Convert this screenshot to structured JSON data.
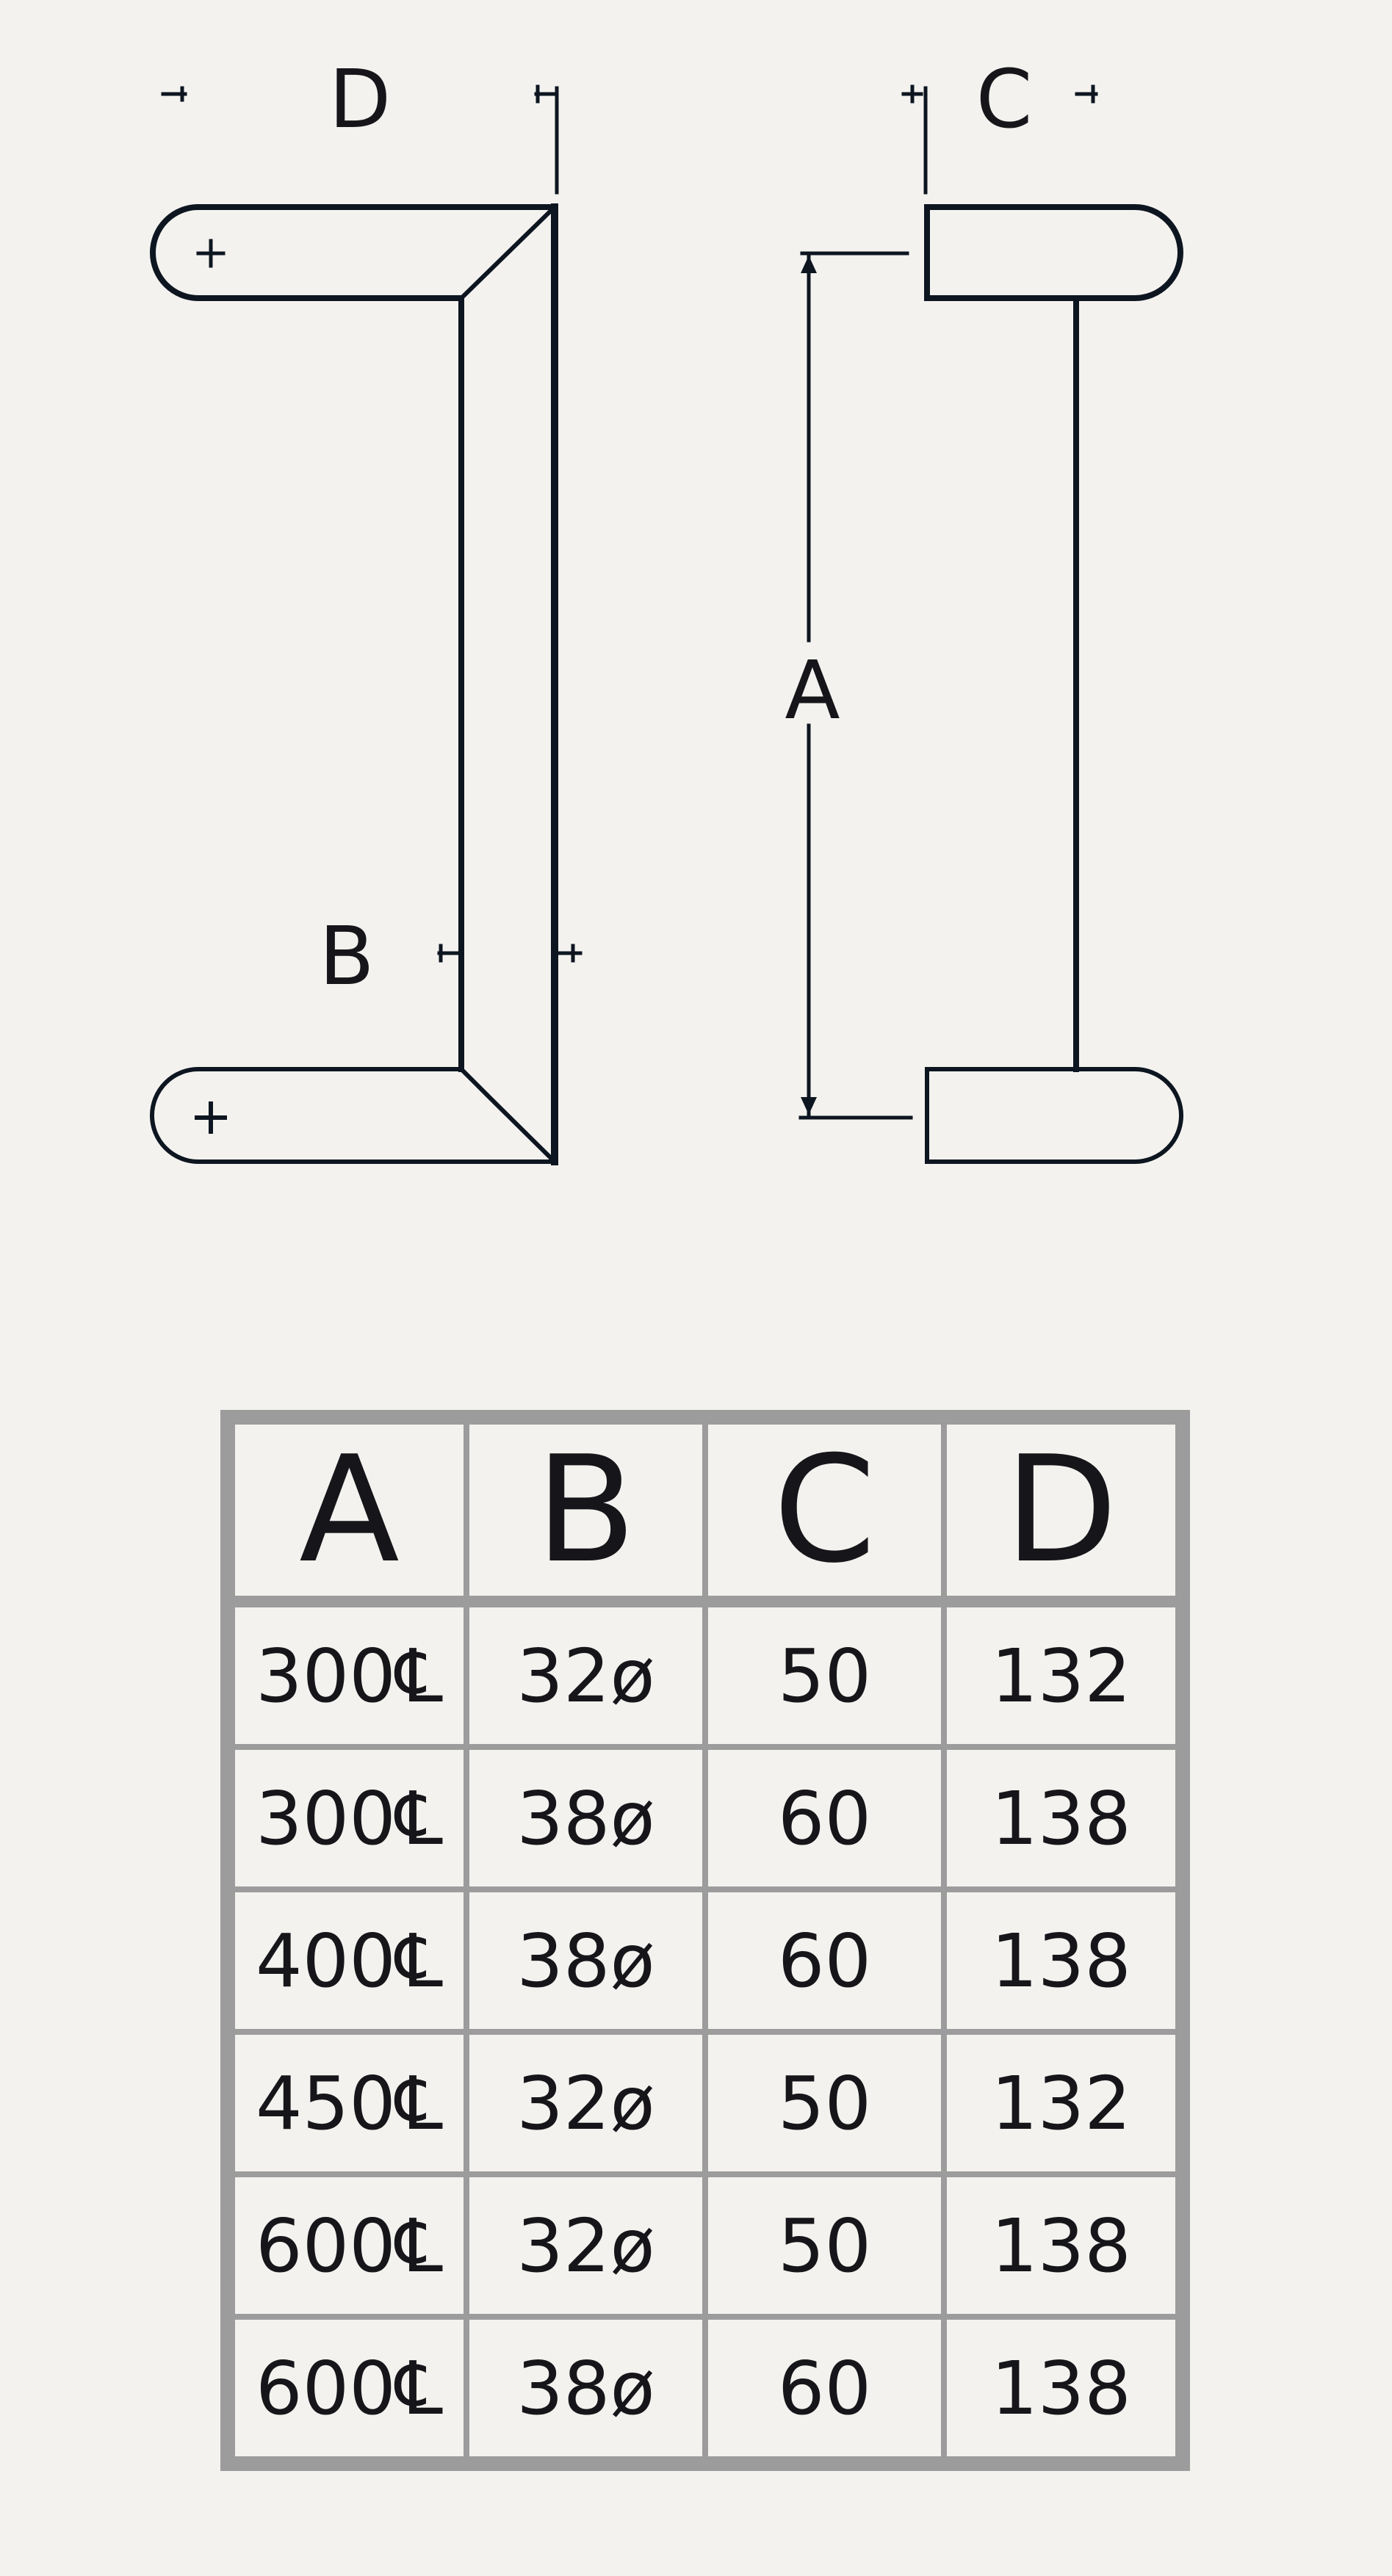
{
  "diagram": {
    "labels": {
      "a": "A",
      "b": "B",
      "c": "C",
      "d": "D"
    },
    "line_color": "#0d1620",
    "background_color": "#f4f2ef"
  },
  "table": {
    "border_color": "#9c9c9d",
    "headers": [
      "A",
      "B",
      "C",
      "D"
    ],
    "rows": [
      [
        "300℄",
        "32ø",
        "50",
        "132"
      ],
      [
        "300℄",
        "38ø",
        "60",
        "138"
      ],
      [
        "400℄",
        "38ø",
        "60",
        "138"
      ],
      [
        "450℄",
        "32ø",
        "50",
        "132"
      ],
      [
        "600℄",
        "32ø",
        "50",
        "138"
      ],
      [
        "600℄",
        "38ø",
        "60",
        "138"
      ]
    ]
  }
}
